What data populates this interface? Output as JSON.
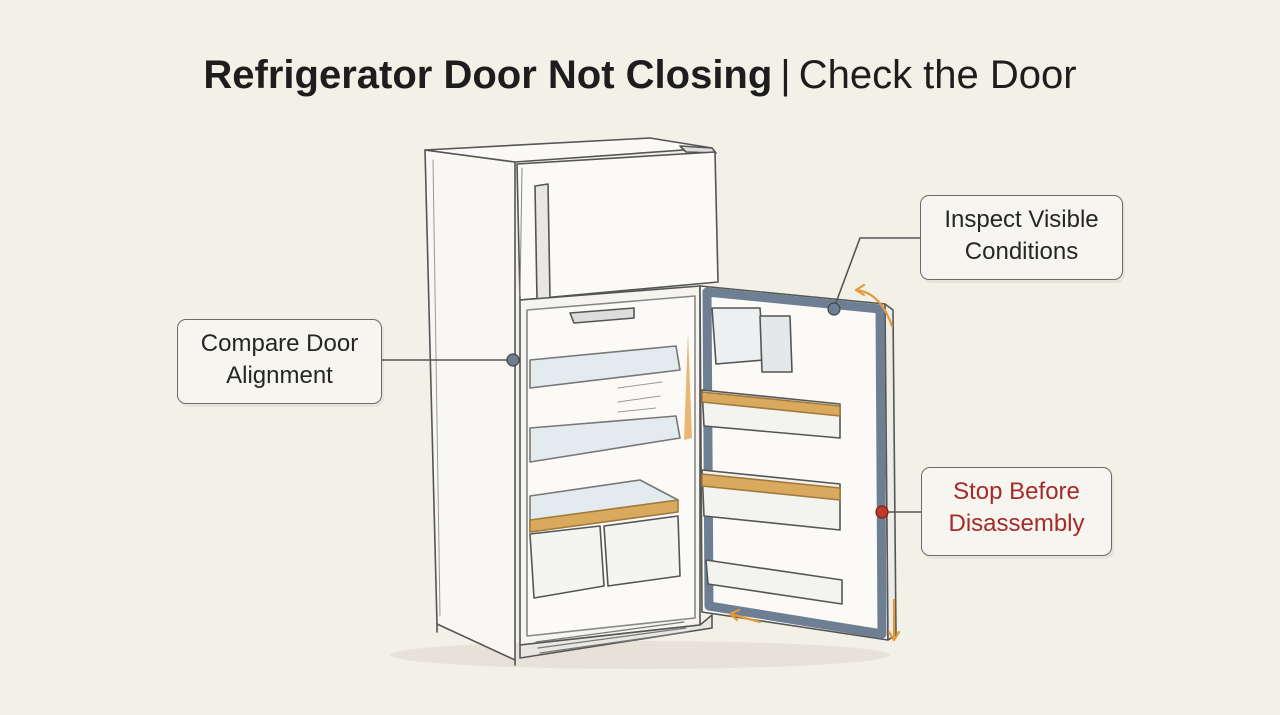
{
  "title": {
    "bold": "Refrigerator Door Not Closing",
    "separator": "|",
    "rest": "Check the Door"
  },
  "callouts": {
    "align": {
      "line1": "Compare Door",
      "line2": "Alignment"
    },
    "inspect": {
      "line1": "Inspect Visible",
      "line2": "Conditions"
    },
    "stop": {
      "line1": "Stop Before",
      "line2": "Disassembly"
    }
  },
  "colors": {
    "background": "#f3f0e8",
    "line": "#555555",
    "gasket": "#6e7f93",
    "shelf_accent": "#d9aa5e",
    "arrow": "#e39a3a",
    "warning": "#a52a2a"
  },
  "icons": {
    "main": "refrigerator-icon"
  }
}
